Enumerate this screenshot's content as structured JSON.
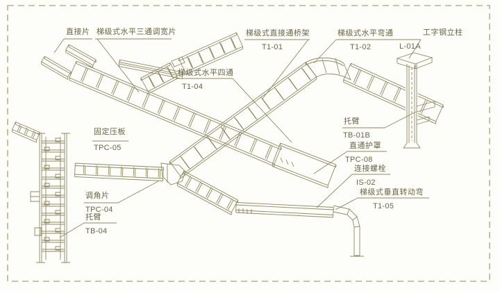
{
  "colors": {
    "line": "#8e8862",
    "text": "#6b6547",
    "border_dash": "#b8b28a",
    "background": "#fdfdf9"
  },
  "labels": {
    "connector_plate": {
      "name": "直接片",
      "code": ""
    },
    "tee_width_adapter": {
      "name": "梯级式水平三通调宽片",
      "code": ""
    },
    "straight_tray": {
      "name": "梯级式直接通桥架",
      "code": "T1-01"
    },
    "horizontal_bend": {
      "name": "梯级式水平弯通",
      "code": "T1-02"
    },
    "i_beam_column": {
      "name": "工字钢立柱",
      "code": "L-01A"
    },
    "horizontal_cross": {
      "name": "梯级式水平四通",
      "code": "T1-04"
    },
    "fixing_clamp": {
      "name": "固定压板",
      "code": "TPC-05"
    },
    "angle_adapter": {
      "name": "调角片",
      "code": "TPC-04"
    },
    "bracket_arm_left": {
      "name": "托臂",
      "code": "TB-04"
    },
    "bracket_arm_right": {
      "name": "托臂",
      "code": "TB-01B"
    },
    "straight_cover": {
      "name": "直通护罩",
      "code": "TPC-08"
    },
    "connecting_bolt": {
      "name": "连接螺栓",
      "code": "IS-02"
    },
    "vertical_rotating_bend": {
      "name": "梯级式垂直转动弯",
      "code": "T1-05"
    }
  }
}
